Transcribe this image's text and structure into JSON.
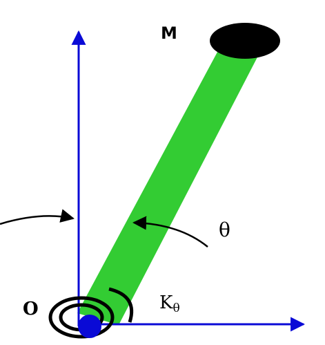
{
  "labels": {
    "mass": "M",
    "origin": "O",
    "angle": "θ",
    "stiffness_main": "K",
    "stiffness_sub": "θ"
  },
  "colors": {
    "axis": "#0a0ad6",
    "rod": "#33cc33",
    "mass": "#000000",
    "arrows": "#000000",
    "pivot": "#0a0ad6",
    "background": "#ffffff"
  },
  "icons": {
    "mass": "filled-ellipse",
    "pivot": "filled-circle",
    "spring": "spiral-torsion-spring"
  }
}
